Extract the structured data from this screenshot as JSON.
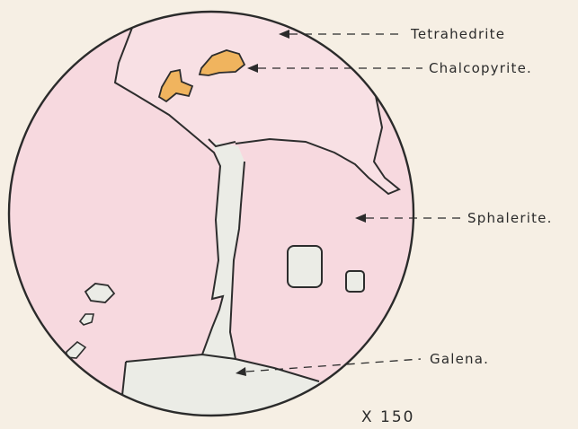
{
  "labels": {
    "tetrahedrite": "Tetrahedrite",
    "chalcopyrite": "Chalcopyrite.",
    "sphalerite": "Sphalerite.",
    "galena": "Galena."
  },
  "magnification": "X 150",
  "colors": {
    "paper": "#f6efe4",
    "sphalerite": "#f7d9df",
    "tetrahedrite": "#f8e0e4",
    "chalcopyrite": "#f0b45e",
    "galena": "#ebece6",
    "ink": "#2d2d2d"
  }
}
